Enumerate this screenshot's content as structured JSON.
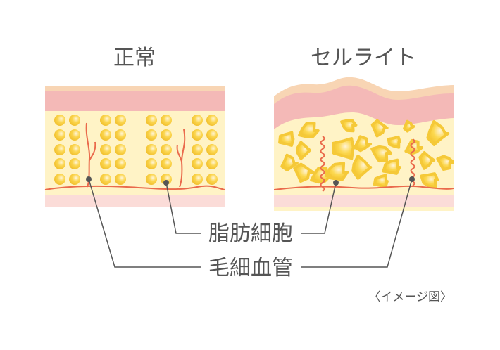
{
  "titles": {
    "normal": "正常",
    "cellulite": "セルライト"
  },
  "labels": {
    "fat_cells": "脂肪細胞",
    "capillaries": "毛細血管"
  },
  "caption": "〈イメージ図〉",
  "colors": {
    "epidermis": "#f8d5b4",
    "dermis": "#f4b9b7",
    "fat_layer": "#fff3c6",
    "bottom_layer": "#fbdcd8",
    "fat_cell": "#f5c938",
    "capillary": "#ea6a4c",
    "leader_line": "#555555"
  }
}
